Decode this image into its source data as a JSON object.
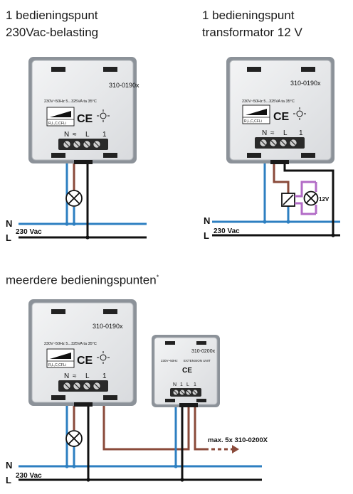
{
  "headings": {
    "single_load_line1": "1 bedieningspunt",
    "single_load_line2": "230Vac-belasting",
    "single_trafo_line1": "1 bedieningspunt",
    "single_trafo_line2": "transformator 12 V",
    "multiple": "meerdere bedieningspunten",
    "multiple_mark": "*"
  },
  "dimmer": {
    "model": "310-0190x",
    "spec": "230V~50Hz  5...325VA  ta 35°C",
    "load_types": "R,L,C,CFLi",
    "ce": "CE",
    "terminals": [
      "N",
      "≈",
      "L",
      "1"
    ]
  },
  "extension": {
    "model": "310-0200x",
    "spec": "230V~50Hz",
    "unit_name": "EXTENSION UNIT",
    "ce": "CE",
    "terminals": [
      "N",
      "1",
      "L",
      "1"
    ]
  },
  "wiring": {
    "neutral_label": "N",
    "live_label": "L",
    "voltage_label": "230 Vac",
    "transformer_output": "12V",
    "max_extension_note": "max. 5x 310-0200X"
  },
  "colors": {
    "neutral_wire": "#2d7fc1",
    "switched_wire": "#8a4a3a",
    "live_wire": "#111111",
    "transformer_secondary": "#b26bc6",
    "device_body": "#e9eaec",
    "device_frame": "#8c9299"
  }
}
